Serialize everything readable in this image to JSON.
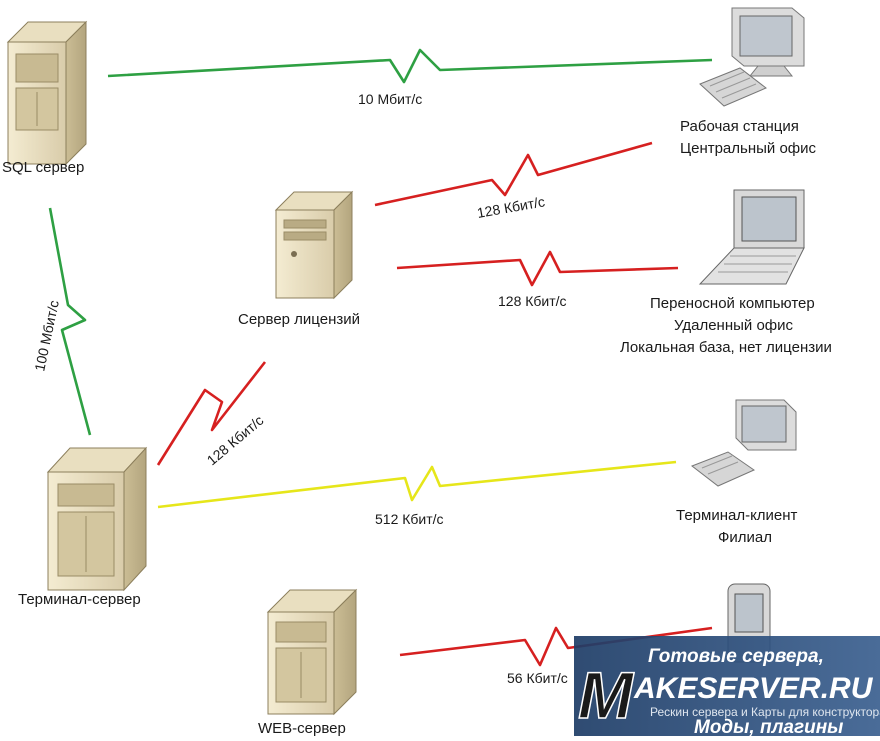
{
  "nodes": {
    "sql": {
      "label": "SQL сервер"
    },
    "license": {
      "label": "Сервер лицензий"
    },
    "terminal": {
      "label": "Терминал-сервер"
    },
    "web": {
      "label": "WEB-сервер"
    },
    "workstation": {
      "line1": "Рабочая станция",
      "line2": "Центральный офис"
    },
    "laptop": {
      "line1": "Переносной компьютер",
      "line2": "Удаленный офис",
      "line3": "Локальная база, нет лицензии"
    },
    "terminal_client": {
      "line1": "Терминал-клиент",
      "line2": "Филиал"
    }
  },
  "links": [
    {
      "from": "sql",
      "to": "workstation",
      "speed": "10 Мбит/с",
      "color": "#2ea043"
    },
    {
      "from": "license",
      "to": "workstation",
      "speed": "128 Кбит/с",
      "color": "#d62020"
    },
    {
      "from": "license",
      "to": "laptop",
      "speed": "128 Кбит/с",
      "color": "#d62020"
    },
    {
      "from": "sql",
      "to": "terminal",
      "speed": "100 Мбит/с",
      "color": "#2ea043"
    },
    {
      "from": "terminal",
      "to": "license",
      "speed": "128 Кбит/с",
      "color": "#d62020"
    },
    {
      "from": "terminal",
      "to": "terminal_client",
      "speed": "512 Кбит/с",
      "color": "#e6e61a"
    },
    {
      "from": "web",
      "to": "mobile",
      "speed": "56 Кбит/с",
      "color": "#d62020"
    }
  ],
  "watermark": {
    "title": "Готовые сервера,",
    "brand_m": "M",
    "brand_rest": "AKESERVER.RU",
    "subtitle": "Моды, плагины",
    "small": "Рескин сервера и Карты для конструктора"
  }
}
